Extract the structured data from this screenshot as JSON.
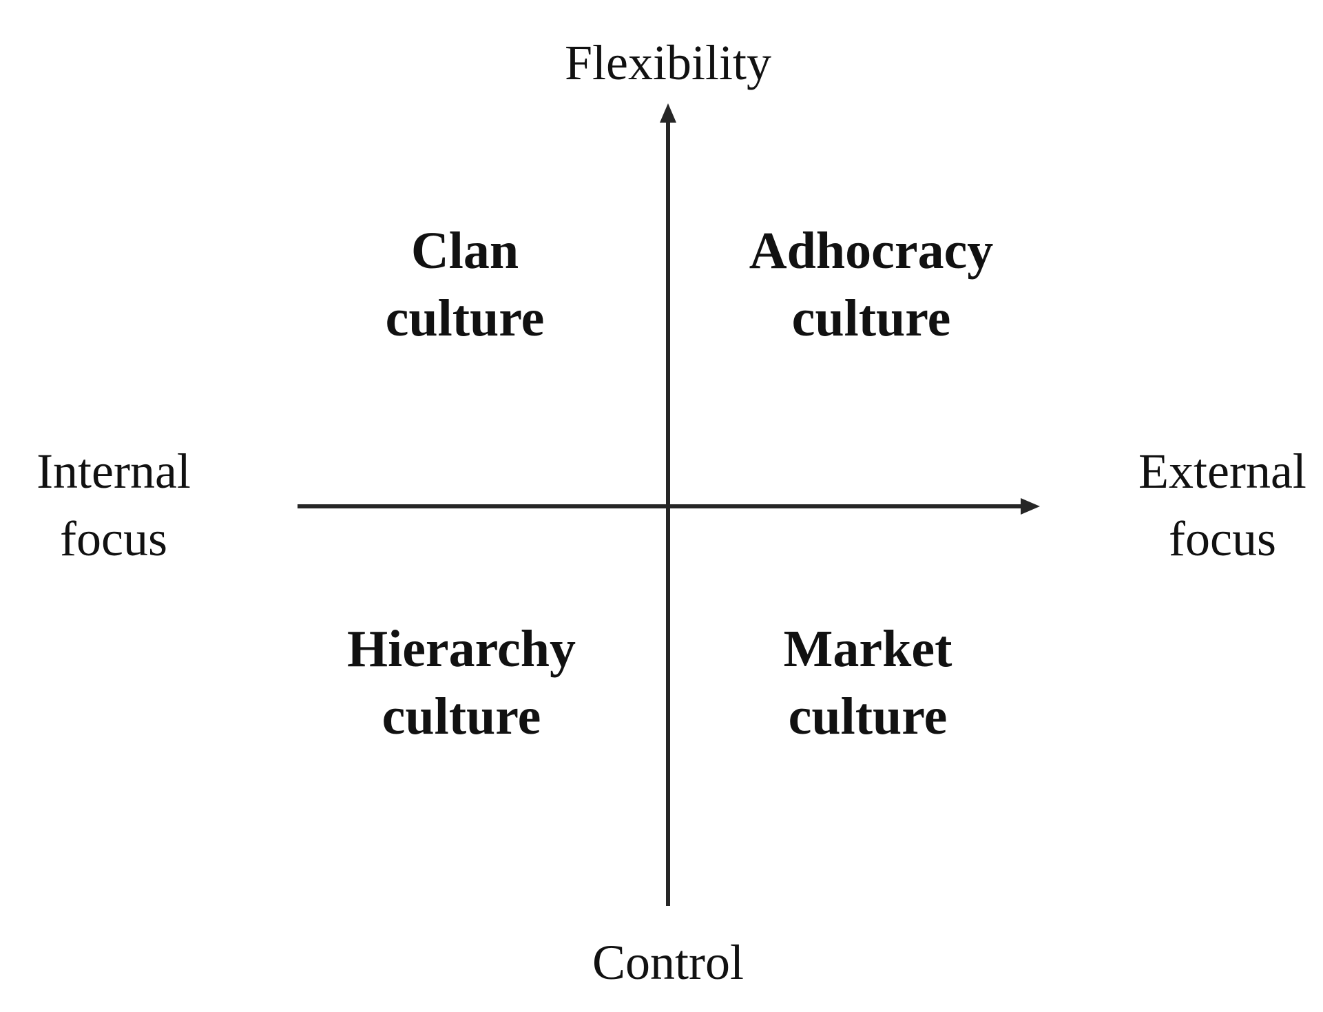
{
  "axes": {
    "top_label": "Flexibility",
    "bottom_label": "Control",
    "left_label": [
      "Internal",
      "focus"
    ],
    "right_label": [
      "External",
      "focus"
    ]
  },
  "quadrants": {
    "top_left": [
      "Clan",
      "culture"
    ],
    "top_right": [
      "Adhocracy",
      "culture"
    ],
    "bottom_left": [
      "Hierarchy",
      "culture"
    ],
    "bottom_right": [
      "Market",
      "culture"
    ]
  },
  "colors": {
    "axis": "#262626",
    "text": "#111111",
    "background": "#ffffff"
  }
}
